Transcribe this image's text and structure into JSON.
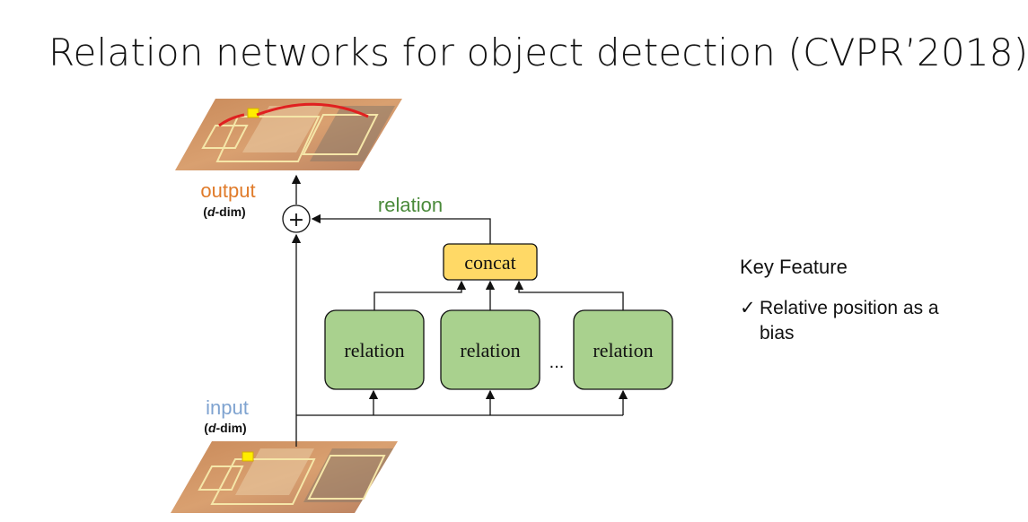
{
  "title": "Relation networks for object detection (CVPR’2018)",
  "diagram": {
    "output_label": "output",
    "output_dim_prefix": "(",
    "output_dim_d": "d",
    "output_dim_suffix": "-dim)",
    "input_label": "input",
    "input_dim_prefix": "(",
    "input_dim_d": "d",
    "input_dim_suffix": "-dim)",
    "relation_top_label": "relation",
    "concat_label": "concat",
    "relation_boxes": [
      "relation",
      "relation",
      "relation"
    ],
    "ellipsis": "...",
    "plus_symbol": "+",
    "colors": {
      "output_label": "#e07b2a",
      "input_label": "#7fa3d0",
      "relation_label": "#4a8a3a",
      "relation_box_fill": "#a9d18e",
      "concat_fill": "#ffd966"
    }
  },
  "key_feature": {
    "heading": "Key Feature",
    "check": "✓",
    "items": [
      "Relative position as a bias"
    ]
  }
}
